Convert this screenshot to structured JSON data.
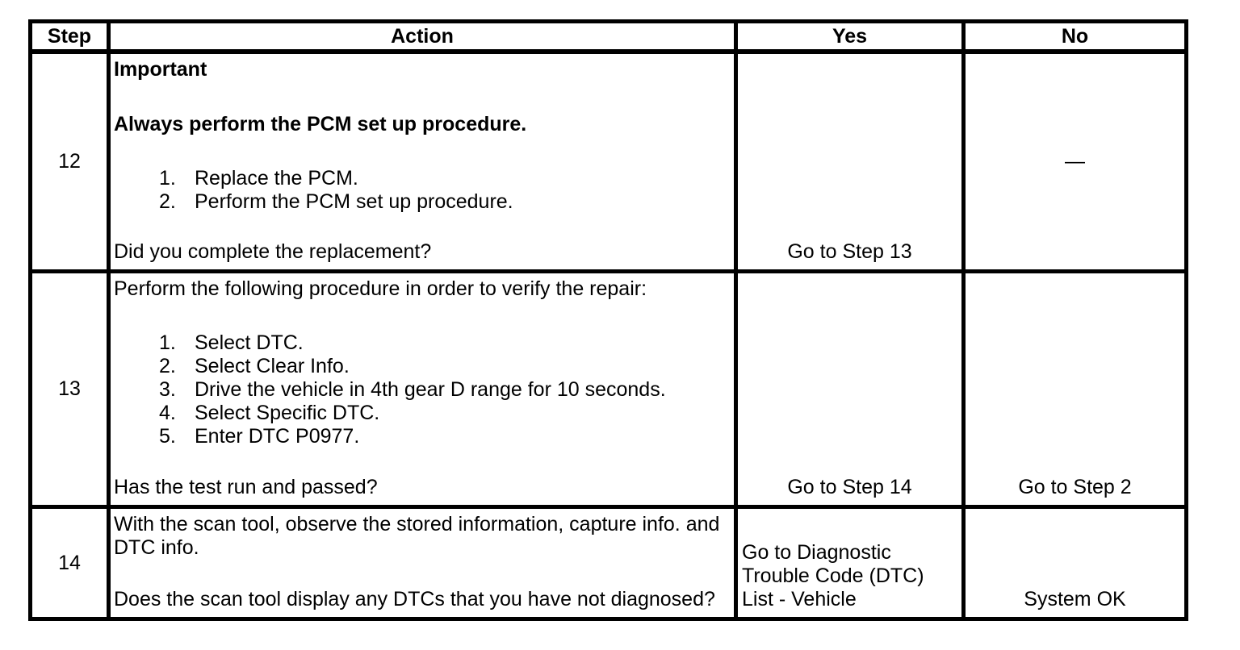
{
  "table": {
    "headers": {
      "step": "Step",
      "action": "Action",
      "yes": "Yes",
      "no": "No"
    },
    "rows": [
      {
        "step": "12",
        "important_label": "Important",
        "instruction_bold": "Always perform the PCM set up procedure.",
        "list": [
          {
            "num": "1.",
            "text": "Replace the PCM."
          },
          {
            "num": "2.",
            "text": "Perform the PCM set up procedure."
          }
        ],
        "question": "Did you complete the replacement?",
        "yes": "Go to Step 13",
        "no": "—"
      },
      {
        "step": "13",
        "intro": "Perform the following procedure in order to verify the repair:",
        "list": [
          {
            "num": "1.",
            "text": "Select DTC."
          },
          {
            "num": "2.",
            "text": "Select Clear Info."
          },
          {
            "num": "3.",
            "text": "Drive the vehicle in 4th gear D range for 10 seconds."
          },
          {
            "num": "4.",
            "text": "Select Specific DTC."
          },
          {
            "num": "5.",
            "text": "Enter DTC P0977."
          }
        ],
        "question": "Has the test run and passed?",
        "yes": "Go to Step 14",
        "no": "Go to Step 2"
      },
      {
        "step": "14",
        "intro": "With the scan tool, observe the stored information, capture info. and DTC info.",
        "question": "Does the scan tool display any DTCs that you have not diagnosed?",
        "yes": "Go to Diagnostic Trouble Code (DTC) List - Vehicle",
        "no": "System OK"
      }
    ]
  },
  "colors": {
    "line": "#000000",
    "background": "#ffffff",
    "text": "#000000"
  }
}
